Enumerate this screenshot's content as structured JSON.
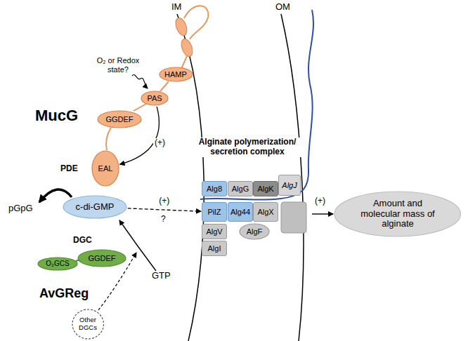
{
  "diagram": {
    "nodes": [
      {
        "text": [
          "HAMP"
        ]
      },
      {
        "text": [
          "PAS"
        ]
      },
      {
        "text": [
          "GGDEF"
        ]
      },
      {
        "text": [
          "EAL"
        ]
      },
      {
        "text": [
          "c-di-GMP"
        ]
      },
      {
        "text": [
          "O₂GCS"
        ]
      },
      {
        "text": [
          "GGDEF"
        ]
      },
      {
        "text": [
          "Other DGCs"
        ]
      },
      {
        "text": [
          "Alg8"
        ]
      },
      {
        "text": [
          "AlgG"
        ]
      },
      {
        "text": [
          "AlgK"
        ]
      },
      {
        "text": [
          "AlgJ"
        ]
      },
      {
        "text": [
          "PilZ"
        ]
      },
      {
        "text": [
          "Alg44"
        ]
      },
      {
        "text": [
          "AlgX"
        ]
      },
      {
        "text": [
          "AlgV"
        ]
      },
      {
        "text": [
          "AlgF"
        ]
      },
      {
        "text": [
          "AlgI"
        ]
      },
      {
        "text": [
          "Amount and molecular mass of alginate"
        ]
      }
    ],
    "edges": [
      {
        "from": 1,
        "to": 3,
        "arrow": "to",
        "label": "(+)"
      },
      {
        "from": 4,
        "to": 12,
        "arrow": "to",
        "label": "(+)"
      }
    ],
    "labels": [
      "IM",
      "OM",
      "O₂ or Redox state?",
      "MucG",
      "PDE",
      "pGpG",
      "?",
      "DGC",
      "AvGReg",
      "GTP",
      "Alginate polymerization/ secretion complex",
      "(+)"
    ]
  }
}
